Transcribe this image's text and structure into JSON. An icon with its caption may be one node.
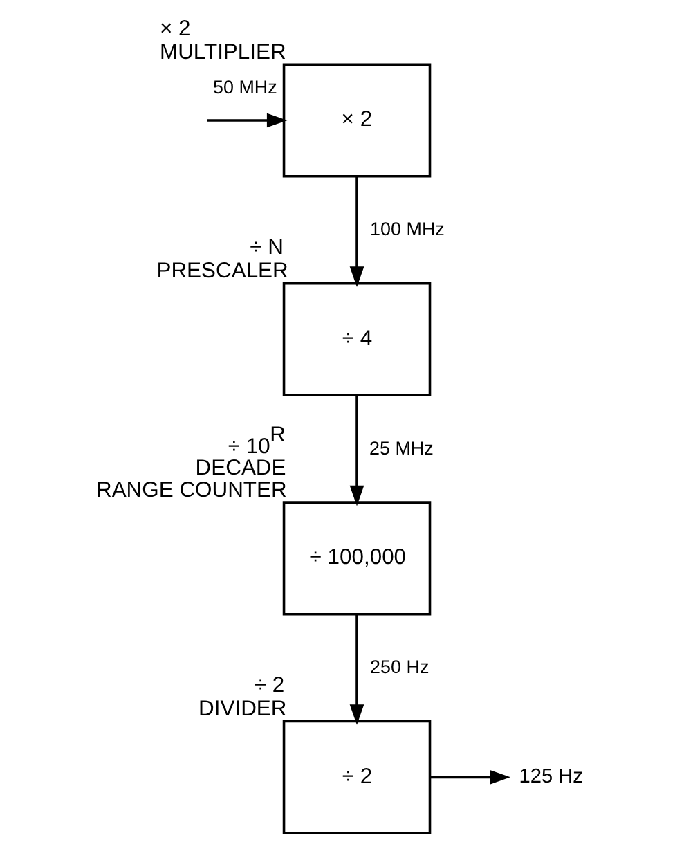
{
  "diagram": {
    "nodes": [
      {
        "text": [
          "× 2"
        ],
        "beside": [
          "× 2 MULTIPLIER"
        ]
      },
      {
        "text": [
          "÷ 4"
        ],
        "beside": [
          "÷ N PRESCALER"
        ]
      },
      {
        "text": [
          "÷ 100,000"
        ],
        "beside": [
          "÷ 10$^{R}$ DECADE RANGE COUNTER"
        ]
      },
      {
        "text": [
          "÷ 2"
        ],
        "beside": [
          "÷ 2 DIVIDER"
        ]
      },
      {
        "text": [
          "125 Hz"
        ]
      }
    ],
    "edges": [
      {
        "from": null,
        "to": 0,
        "arrow": "to",
        "label": "50 MHz"
      },
      {
        "from": 0,
        "to": 1,
        "arrow": "to",
        "label": "100 MHz"
      },
      {
        "from": 1,
        "to": 2,
        "arrow": "to",
        "label": "25 MHz"
      },
      {
        "from": 2,
        "to": 3,
        "arrow": "to",
        "label": "250 Hz"
      },
      {
        "from": 3,
        "to": 4,
        "arrow": "to"
      }
    ]
  }
}
